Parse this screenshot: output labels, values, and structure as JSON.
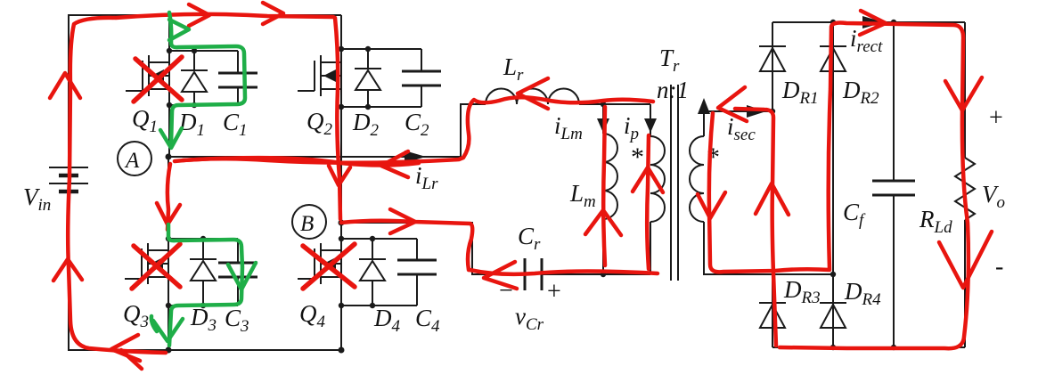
{
  "colors": {
    "wire": "#1a1a1a",
    "primary_loop": "#e8150f",
    "aux_loop": "#1fae48"
  },
  "labels": {
    "vin": {
      "main": "V",
      "sub": "in"
    },
    "q1": {
      "main": "Q",
      "sub": "1"
    },
    "d1": {
      "main": "D",
      "sub": "1"
    },
    "c1": {
      "main": "C",
      "sub": "1"
    },
    "q2": {
      "main": "Q",
      "sub": "2"
    },
    "d2": {
      "main": "D",
      "sub": "2"
    },
    "c2": {
      "main": "C",
      "sub": "2"
    },
    "q3": {
      "main": "Q",
      "sub": "3"
    },
    "d3": {
      "main": "D",
      "sub": "3"
    },
    "c3": {
      "main": "C",
      "sub": "3"
    },
    "q4": {
      "main": "Q",
      "sub": "4"
    },
    "d4": {
      "main": "D",
      "sub": "4"
    },
    "c4": {
      "main": "C",
      "sub": "4"
    },
    "node_a": "A",
    "node_b": "B",
    "ilr": {
      "main": "i",
      "sub": "Lr"
    },
    "lr": {
      "main": "L",
      "sub": "r"
    },
    "ilm": {
      "main": "i",
      "sub": "Lm"
    },
    "ip": {
      "main": "i",
      "sub": "p"
    },
    "lm": {
      "main": "L",
      "sub": "m"
    },
    "cr": {
      "main": "C",
      "sub": "r"
    },
    "vcr": {
      "main": "v",
      "sub": "Cr"
    },
    "cr_minus": "−",
    "cr_plus": "+",
    "tr": {
      "main": "T",
      "sub": "r"
    },
    "ratio": "n:1",
    "dot_primary": "*",
    "dot_secondary": "*",
    "isec": {
      "main": "i",
      "sub": "sec"
    },
    "irect": {
      "main": "i",
      "sub": "rect"
    },
    "dr1": {
      "main": "D",
      "sub": "R1"
    },
    "dr2": {
      "main": "D",
      "sub": "R2"
    },
    "dr3": {
      "main": "D",
      "sub": "R3"
    },
    "dr4": {
      "main": "D",
      "sub": "R4"
    },
    "cf": {
      "main": "C",
      "sub": "f"
    },
    "rld": {
      "main": "R",
      "sub": "Ld"
    },
    "vo": {
      "main": "V",
      "sub": "o"
    },
    "out_plus": "+",
    "out_minus": "-"
  }
}
